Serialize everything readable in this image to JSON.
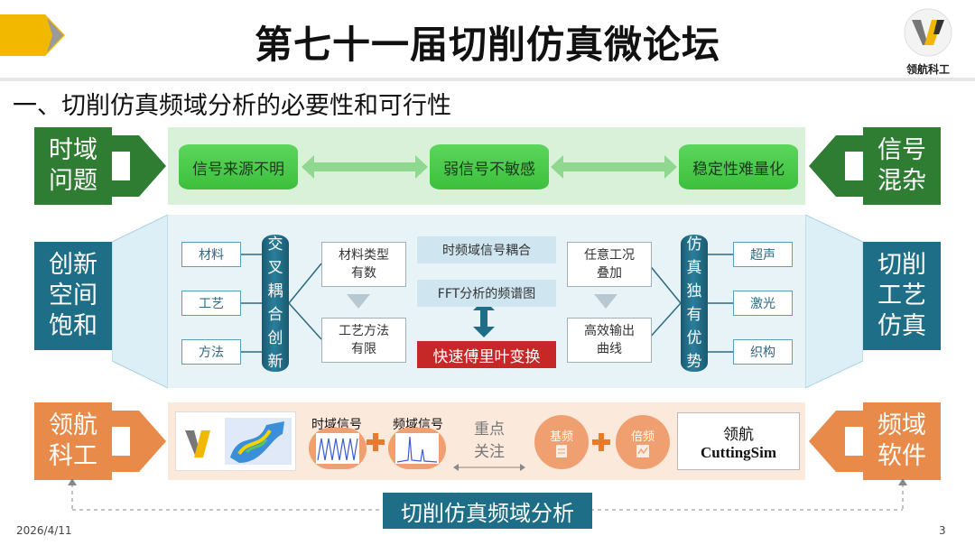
{
  "header": {
    "title": "第七十一届切削仿真微论坛",
    "logo_text": "领航科工"
  },
  "subtitle": "一、切削仿真频域分析的必要性和可行性",
  "row1": {
    "left_label": "时域\n问题",
    "right_label": "信号\n混杂",
    "items": [
      "信号来源不明",
      "弱信号不敏感",
      "稳定性难量化"
    ]
  },
  "row2": {
    "left_label": "创新\n空间\n饱和",
    "right_label": "切削\n工艺\n仿真",
    "left_items": [
      "材料",
      "工艺",
      "方法"
    ],
    "left_pillar": "交叉\n耦合\n创新",
    "mid_left": [
      "材料类型\n有数",
      "工艺方法\n有限"
    ],
    "center_bars": [
      "时频域信号耦合",
      "FFT分析的频谱图"
    ],
    "center_red": "快速傅里叶变换",
    "mid_right": [
      "任意工况\n叠加",
      "高效输出\n曲线"
    ],
    "right_pillar": "仿真\n独有\n优势",
    "right_items": [
      "超声",
      "激光",
      "织构"
    ]
  },
  "row3": {
    "left_label": "领航\n科工",
    "right_label": "频域\n软件",
    "time_signal": "时域信号",
    "freq_signal": "频域信号",
    "focus": "重点\n关注",
    "base_freq": "基频",
    "multi_freq": "倍频",
    "software_name": "领航",
    "software_product": "CuttingSim"
  },
  "bottom_label": "切削仿真频域分析",
  "footer": {
    "date": "2026/4/11",
    "page": "3"
  },
  "colors": {
    "green": "#2e7d32",
    "blue": "#1e6e88",
    "orange": "#e88b4a",
    "red": "#c62828"
  }
}
